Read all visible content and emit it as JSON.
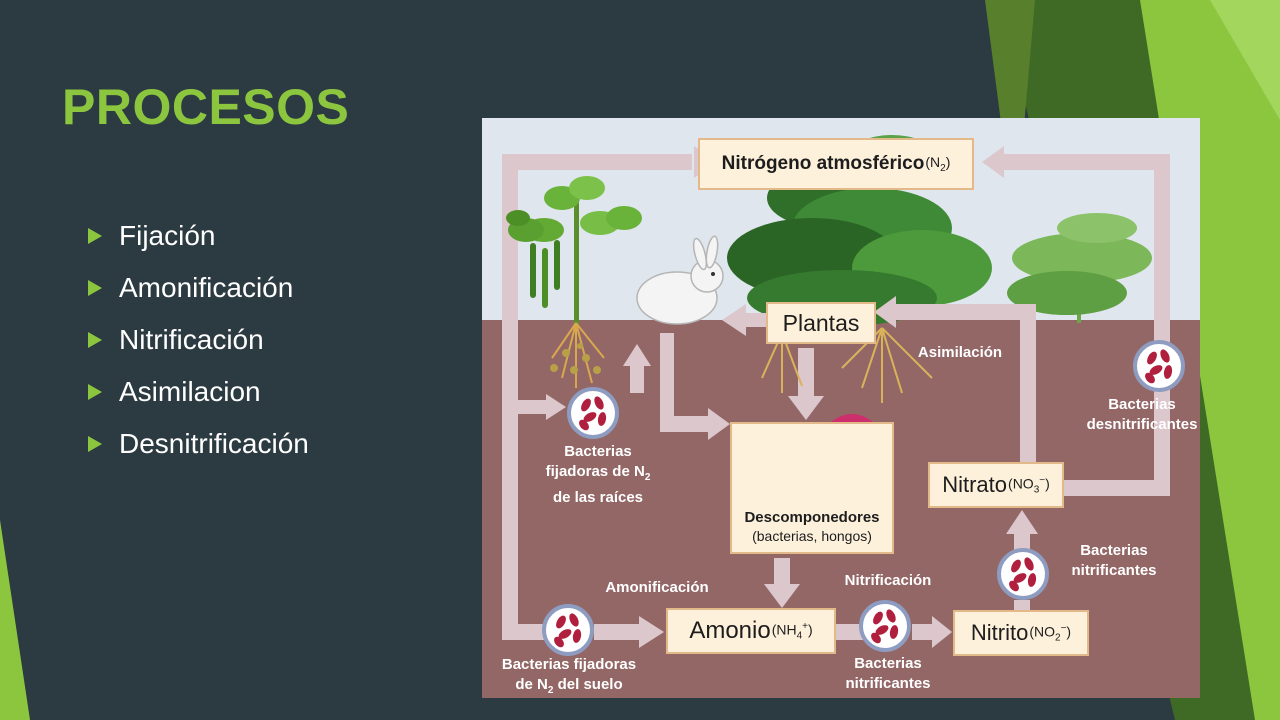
{
  "slide": {
    "title": "PROCESOS",
    "bullets": [
      "Fijación",
      "Amonificación",
      "Nitrificación",
      "Asimilacion",
      "Desnitrificación"
    ]
  },
  "diagram": {
    "nodes": {
      "atmospheric_nitrogen": {
        "name": "Nitrógeno atmosférico",
        "formula": "N",
        "sub": "2",
        "paren_open": "(",
        "paren_close": ")"
      },
      "plants": {
        "name": "Plantas"
      },
      "decomposers": {
        "name": "Descomponedores",
        "detail": "(bacterias, hongos)"
      },
      "ammonium": {
        "name": "Amonio",
        "formula": "NH",
        "sub": "4",
        "sup": "+",
        "paren_open": "(",
        "paren_close": ")"
      },
      "nitrite": {
        "name": "Nitrito",
        "formula": "NO",
        "sub": "2",
        "sup": "−",
        "paren_open": "(",
        "paren_close": ")"
      },
      "nitrate": {
        "name": "Nitrato",
        "formula": "NO",
        "sub": "3",
        "sup": "−",
        "paren_open": "(",
        "paren_close": ")"
      }
    },
    "labels": {
      "root_bacteria": {
        "line1": "Bacterias",
        "line2": "fijadoras de N",
        "line2_sub": "2",
        "line3": "de las raíces"
      },
      "soil_bacteria": {
        "line1": "Bacterias fijadoras",
        "line2": "de N",
        "line2_sub": "2",
        "line2_end": " del suelo"
      },
      "ammonification": "Amonificación",
      "nitrification": "Nitrificación",
      "nitrifying_bottom": {
        "line1": "Bacterias",
        "line2": "nitrificantes"
      },
      "nitrifying_right": {
        "line1": "Bacterias",
        "line2": "nitrificantes"
      },
      "assimilation": "Asimilación",
      "denitrifying": {
        "line1": "Bacterias",
        "line2": "desnitrificantes"
      }
    }
  },
  "colors": {
    "slide_background": "#2c3a42",
    "title_green": "#8cc63f",
    "sky": "#dfe6ed",
    "soil": "#936766",
    "arrow_fill": "#dcc7cd",
    "box_fill": "#fdf1dc",
    "box_border": "#e4b98a"
  },
  "icons": [
    "plant-illustration",
    "rabbit-illustration",
    "mushroom-illustration",
    "bacteria-icon"
  ]
}
